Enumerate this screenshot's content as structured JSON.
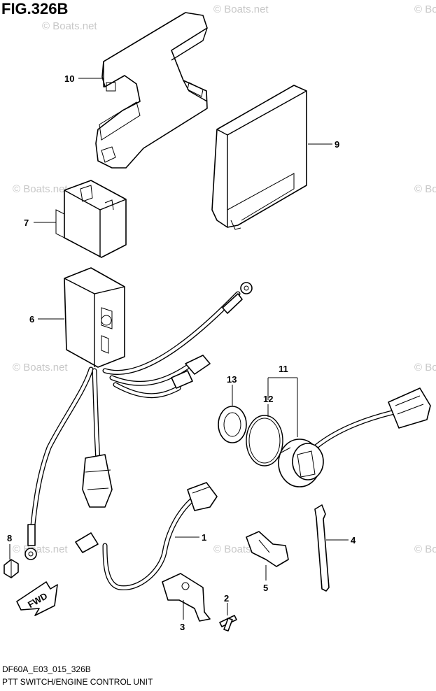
{
  "figure": {
    "title": "FIG.326B",
    "code": "DF60A_E03_015_326B",
    "caption": "PTT SWITCH/ENGINE CONTROL UNIT"
  },
  "callouts": {
    "c1": "1",
    "c2": "2",
    "c3": "3",
    "c4": "4",
    "c5": "5",
    "c6": "6",
    "c7": "7",
    "c8": "8",
    "c9": "9",
    "c10": "10",
    "c11": "11",
    "c12": "12",
    "c13": "13"
  },
  "watermark": {
    "text": "© Boats.net"
  },
  "direction": {
    "label": "FWD"
  }
}
